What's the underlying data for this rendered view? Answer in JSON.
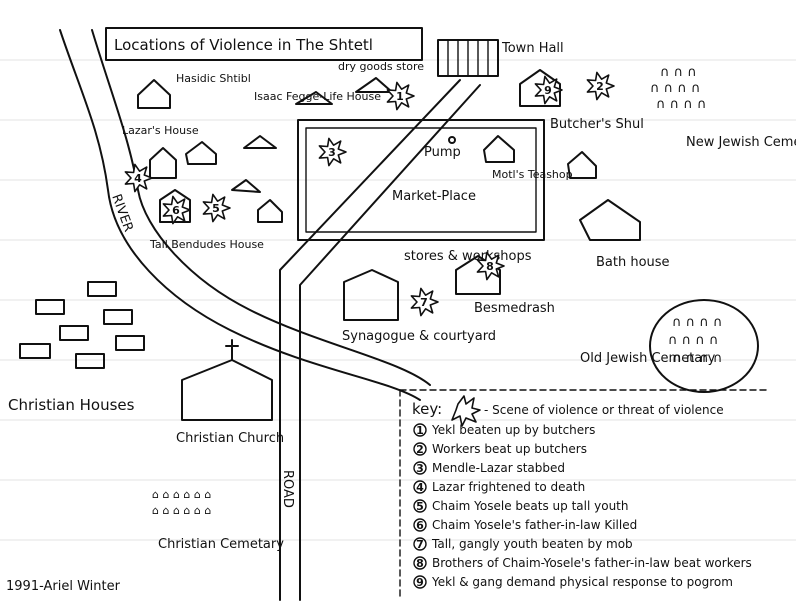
{
  "title": "Locations of Violence in The Shtetl",
  "labels": {
    "town_hall": "Town Hall",
    "dry_goods": "dry goods store",
    "butchers_shul": "Butcher's Shul",
    "new_cemetery": "New Jewish Cemetery",
    "hasidic_shtibl": "Hasidic Shtibl",
    "isaac_house": "Isaac Fegge-Life House",
    "lazars_house": "Lazar's House",
    "river": "RIVER",
    "pump": "Pump",
    "market": "Market-Place",
    "motls": "Motl's Teashop",
    "tall_house": "Tall Bendudes House",
    "stores": "stores & workshops",
    "bathhouse": "Bath house",
    "besmedrash": "Besmedrash",
    "synagogue": "Synagogue & courtyard",
    "old_cemetery": "Old Jewish Cemetary",
    "christian_houses": "Christian Houses",
    "christian_church": "Christian Church",
    "road": "ROAD",
    "christian_cemetery": "Christian Cemetary",
    "signature": "1991-Ariel Winter"
  },
  "key": {
    "title": "key:",
    "legend": "- Scene of violence or threat of violence",
    "entries": [
      {
        "num": "1",
        "text": "Yekl beaten up by butchers"
      },
      {
        "num": "2",
        "text": "Workers beat up butchers"
      },
      {
        "num": "3",
        "text": "Mendle-Lazar stabbed"
      },
      {
        "num": "4",
        "text": "Lazar frightened to death"
      },
      {
        "num": "5",
        "text": "Chaim Yosele beats up tall youth"
      },
      {
        "num": "6",
        "text": "Chaim Yosele's father-in-law Killed"
      },
      {
        "num": "7",
        "text": "Tall, gangly youth beaten by mob"
      },
      {
        "num": "8",
        "text": "Brothers of Chaim-Yosele's father-in-law beat workers"
      },
      {
        "num": "9",
        "text": "Yekl & gang demand physical response to pogrom"
      }
    ]
  },
  "burst_numbers": [
    "1",
    "2",
    "3",
    "4",
    "5",
    "6",
    "7",
    "8",
    "9"
  ]
}
